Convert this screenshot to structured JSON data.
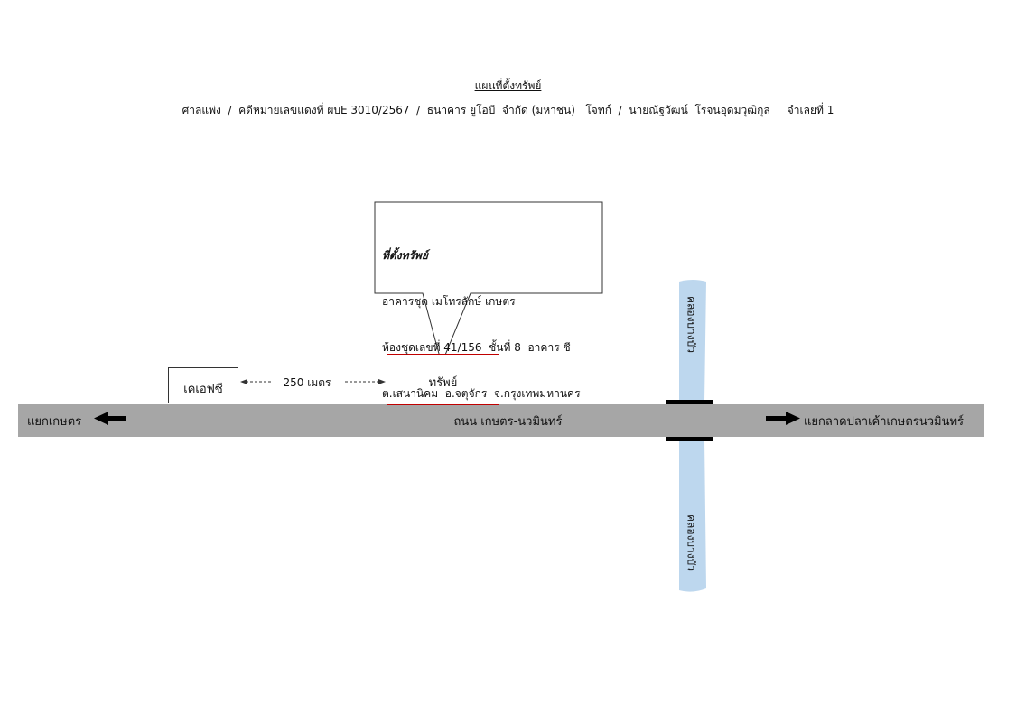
{
  "header": {
    "title": "แผนที่ตั้งทรัพย์",
    "subtitle": "ศาลแพ่ง  /  คดีหมายเลขแดงที่ ผบE 3010/2567  /  ธนาคาร ยูโอบี  จำกัด (มหาชน)   โจทก์  /  นายณัฐวัฒน์  โรจนอุดมวุฒิกุล     จำเลยที่ 1"
  },
  "callout": {
    "heading": "ที่ตั้งทรัพย์",
    "line1": "อาคารชุด เมโทรลักษ์ เกษตร",
    "line2": "ห้องชุดเลขที่ 41/156  ชั้นที่ 8  อาคาร ซี",
    "line3": "ต.เสนานิคม  อ.จตุจักร  จ.กรุงเทพมหานคร"
  },
  "map": {
    "road_name": "ถนน เกษตร-นวมินทร์",
    "destination_left": "แยกเกษตร",
    "destination_right": "แยกลาดปลาเค้าเกษตรนวมินทร์",
    "canal_top_label": "คลองบางบัว",
    "canal_bottom_label": "คลองบางบัว",
    "landmark_label": "เคเอฟซี",
    "property_label": "ทรัพย์",
    "distance_label": "250 เมตร"
  },
  "colors": {
    "road": "#a6a6a6",
    "canal": "#bdd7ee",
    "property_border": "#c00000",
    "arrow": "#000000"
  }
}
